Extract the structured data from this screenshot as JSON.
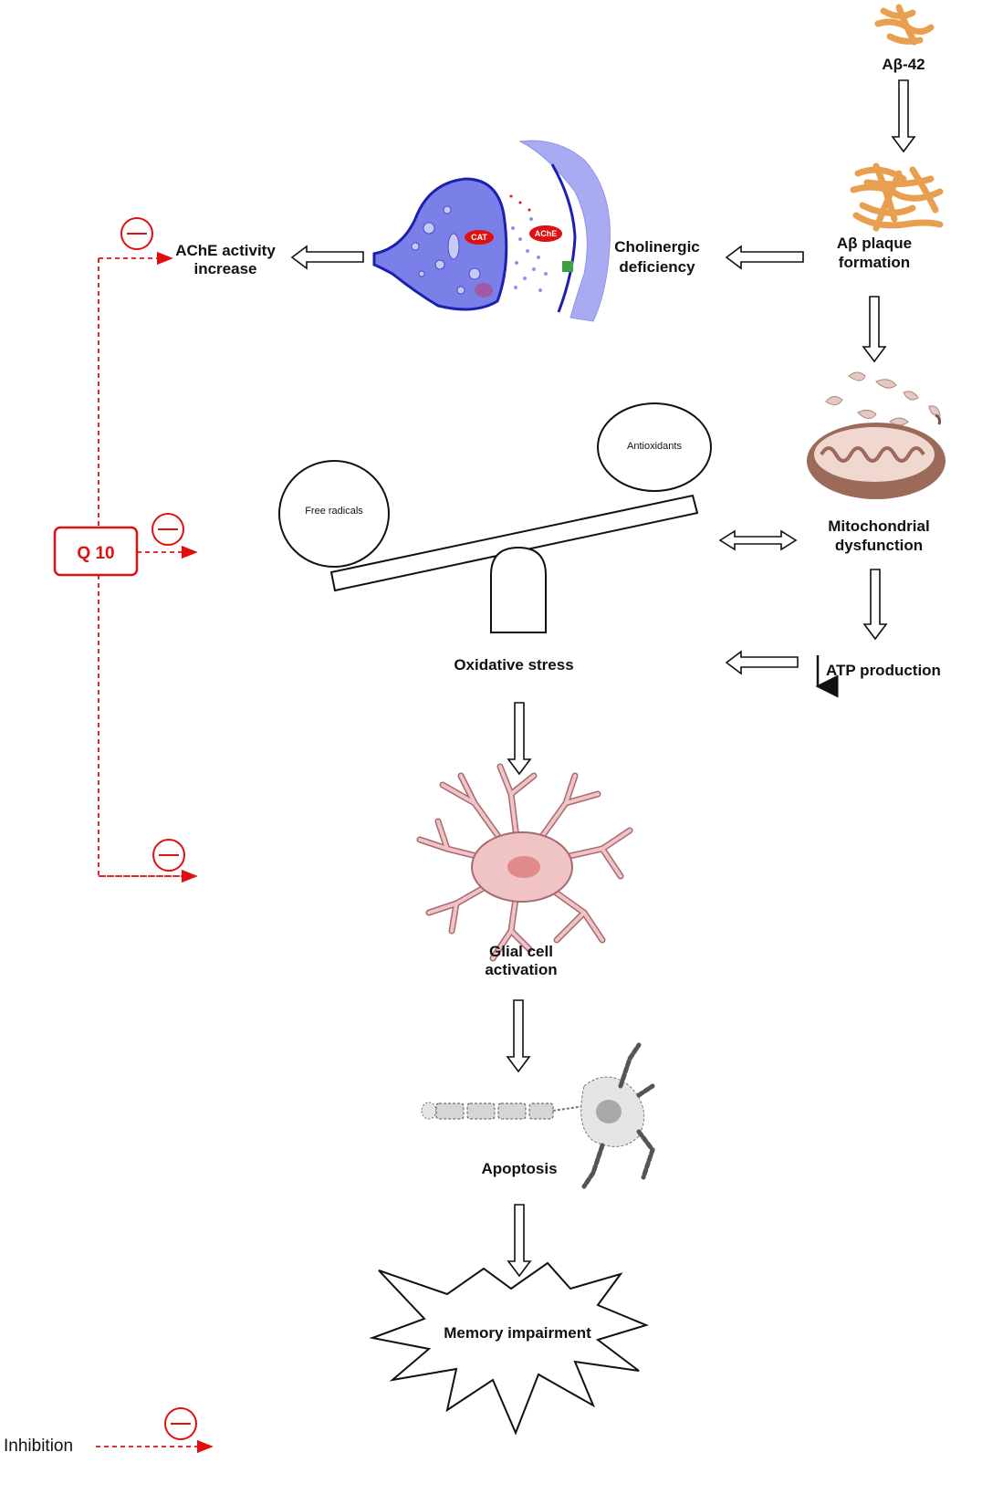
{
  "nodes": {
    "abeta42": "Aβ-42",
    "plaque_line1": "Aβ plaque",
    "plaque_line2": "formation",
    "cholinergic_line1": "Cholinergic",
    "cholinergic_line2": "deficiency",
    "ache_line1": "AChE activity",
    "ache_line2": "increase",
    "mito_line1": "Mitochondrial",
    "mito_line2": "dysfunction",
    "atp": "ATP production",
    "oxidative": "Oxidative stress",
    "free_radicals": "Free radicals",
    "antioxidants": "Antioxidants",
    "glial_line1": "Glial cell",
    "glial_line2": "activation",
    "apoptosis": "Apoptosis",
    "memory": "Memory impairment"
  },
  "synapse": {
    "cat": "CAT",
    "ache": "AChE"
  },
  "inhibitor": {
    "label": "Q 10"
  },
  "legend": {
    "label": "Inhibition"
  },
  "colors": {
    "inhibition": "#e01010",
    "synapse": "#7b7fe8",
    "amyloid": "#e8a050",
    "mitochondria": "#9c6a58",
    "glial": "#f0c4c4"
  }
}
